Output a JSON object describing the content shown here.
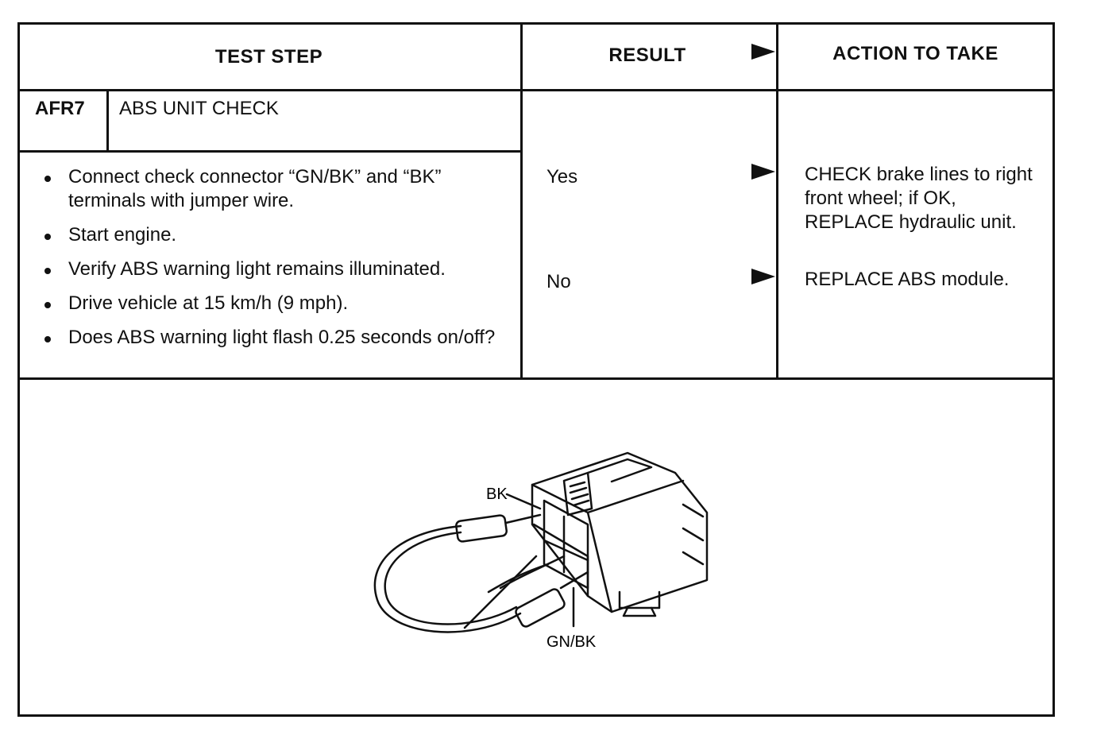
{
  "header": {
    "test_step": "TEST STEP",
    "result": "RESULT",
    "action": "ACTION TO TAKE"
  },
  "step": {
    "code": "AFR7",
    "title": "ABS UNIT CHECK",
    "bullets": [
      "Connect check connector “GN/BK” and “BK” terminals with jumper wire.",
      "Start engine.",
      "Verify ABS warning light remains illuminated.",
      "Drive vehicle at 15 km/h (9 mph).",
      "Does ABS warning light flash 0.25 seconds on/off?"
    ]
  },
  "results": [
    {
      "result": "Yes",
      "action": "CHECK brake lines to right front wheel; if OK, REPLACE hydraulic unit."
    },
    {
      "result": "No",
      "action": "REPLACE ABS module."
    }
  ],
  "diagram": {
    "label_bk": "BK",
    "label_gnbk": "GN/BK"
  }
}
